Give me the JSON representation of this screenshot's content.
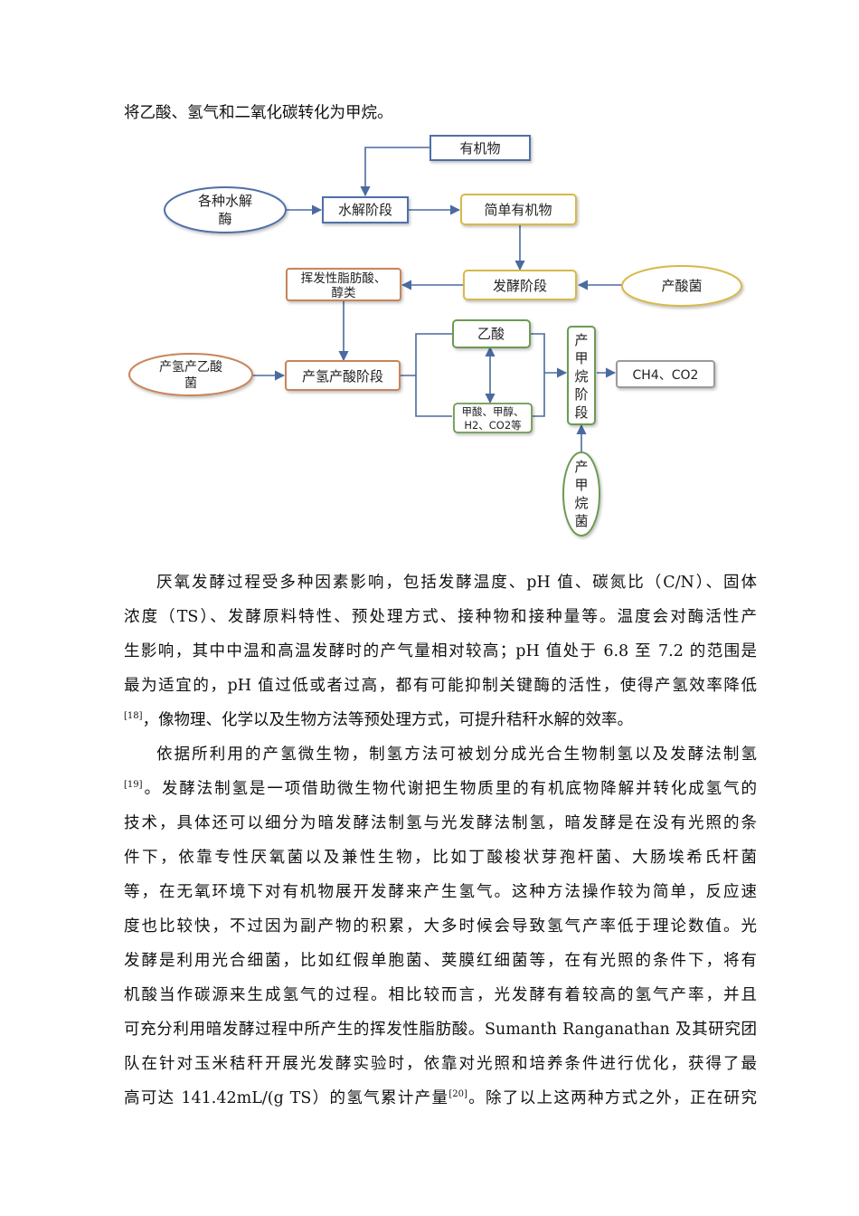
{
  "intro_line": "将乙酸、氢气和二氧化碳转化为甲烷。",
  "diagram": {
    "organic": "有机物",
    "enzymes_1": "各种水解",
    "enzymes_2": "酶",
    "hydrolysis": "水解阶段",
    "simple_organic": "简单有机物",
    "fermentation": "发酵阶段",
    "acid_bacteria": "产酸菌",
    "vfa_1": "挥发性脂肪酸、",
    "vfa_2": "醇类",
    "h2_bacteria_1": "产氢产乙酸",
    "h2_bacteria_2": "菌",
    "h2_acetogenesis": "产氢产酸阶段",
    "acetic_acid": "乙酸",
    "formic_1": "甲酸、甲醇、",
    "formic_2": "H2、CO2等",
    "methanogenesis_chars": [
      "产",
      "甲",
      "烷",
      "阶",
      "段"
    ],
    "methanogen_chars": [
      "产",
      "甲",
      "烷",
      "菌"
    ],
    "products": "CH4、CO2"
  },
  "paragraphs": {
    "p1": [
      "厌氧发酵过程受多种因素影响，包括发酵温度、pH 值、碳氮比（C/N）、固体",
      "浓度（TS）、发酵原料特性、预处理方式、接种物和接种量等。温度会对酶活性产",
      "生影响，其中中温和高温发酵时的产气量相对较高；pH 值处于 6.8 至 7.2 的范围是",
      "最为适宜的，pH 值过低或者过高，都有可能抑制关键酶的活性，使得产氢效率降低"
    ],
    "p1_last_ref": "[18]",
    "p1_last": "，像物理、化学以及生物方法等预处理方式，可提升秸秆水解的效率。",
    "p2_first": "依据所利用的产氢微生物，制氢方法可被划分成光合生物制氢以及发酵法制氢",
    "p2_ref": "[19]",
    "p2_after_ref": "。发酵法制氢是一项借助微生物代谢把生物质里的有机底物降解并转化成氢气的",
    "p2": [
      "技术，具体还可以细分为暗发酵法制氢与光发酵法制氢，暗发酵是在没有光照的条",
      "件下，依靠专性厌氧菌以及兼性生物，比如丁酸梭状芽孢杆菌、大肠埃希氏杆菌",
      "等，在无氧环境下对有机物展开发酵来产生氢气。这种方法操作较为简单，反应速",
      "度也比较快，不过因为副产物的积累，大多时候会导致氢气产率低于理论数值。光",
      "发酵是利用光合细菌，比如红假单胞菌、荚膜红细菌等，在有光照的条件下，将有",
      "机酸当作碳源来生成氢气的过程。相比较而言，光发酵有着较高的氢气产率，并且",
      "可充分利用暗发酵过程中所产生的挥发性脂肪酸。Sumanth Ranganathan 及其研究团",
      "队在针对玉米秸秆开展光发酵实验时，依靠对光照和培养条件进行优化，获得了最"
    ],
    "p2_last_before": "高可达 141.42mL/(g TS）的氢气累计产量",
    "p2_last_ref": "[20]",
    "p2_last_after": "。除了以上这两种方式之外，正在研究"
  },
  "colors": {
    "blue": "#4f6fa8",
    "yellow": "#d9b84a",
    "orange": "#c8845a",
    "green": "#6e9a52",
    "gray": "#9a9a9a",
    "arrow": "#4a6aa0"
  }
}
